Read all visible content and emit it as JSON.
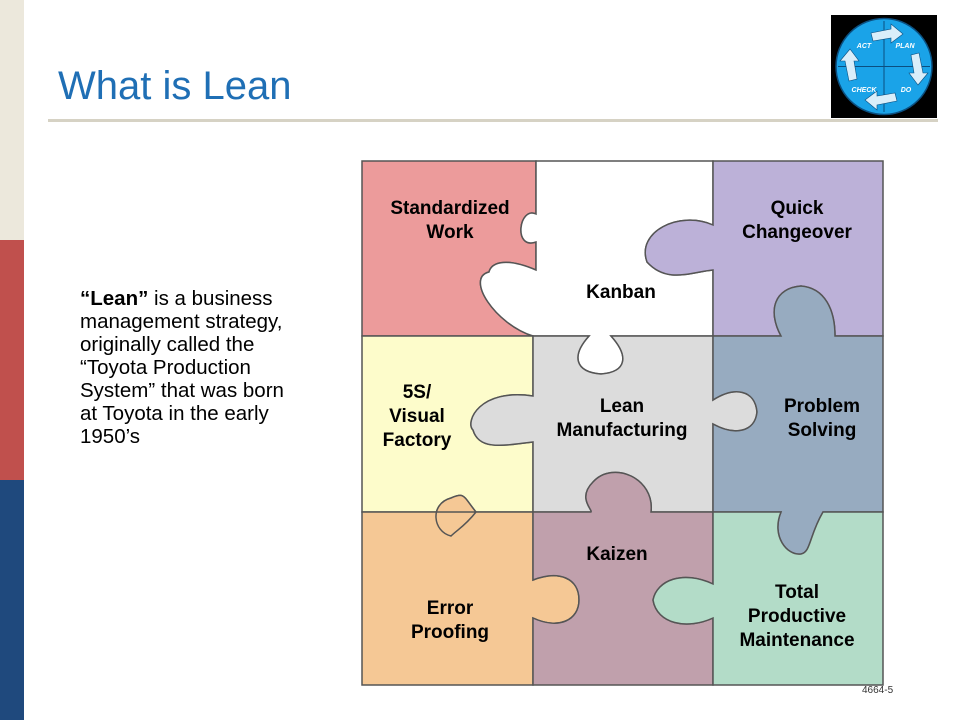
{
  "slide": {
    "title": "What is Lean",
    "footer_code": "4664-5"
  },
  "logo": {
    "act": "ACT",
    "plan": "PLAN",
    "check": "CHECK",
    "do": "DO",
    "circle_color": "#1aa3e8",
    "arrow_color": "#d9eefa"
  },
  "body": {
    "lead_term": "“Lean”",
    "line_1_rest": " is a business",
    "line_2": "management strategy,",
    "line_3": "originally called the",
    "line_4": "“Toyota Production",
    "line_5": "System” that was born",
    "line_6": "at Toyota in the early",
    "line_7": "1950’s"
  },
  "puzzle": {
    "standardized_work": {
      "line1": "Standardized",
      "line2": "Work",
      "color": "#ec9b9b"
    },
    "kanban": {
      "line1": "Kanban",
      "color": "#ffffff"
    },
    "quick_changeover": {
      "line1": "Quick",
      "line2": "Changeover",
      "color": "#bcb1d8"
    },
    "five_s": {
      "line1": "5S/",
      "line2": "Visual",
      "line3": "Factory",
      "color": "#fdfccb"
    },
    "lean_manufacturing": {
      "line1": "Lean",
      "line2": "Manufacturing",
      "color": "#dcdcdc"
    },
    "problem_solving": {
      "line1": "Problem",
      "line2": "Solving",
      "color": "#97abc0"
    },
    "error_proofing": {
      "line1": "Error",
      "line2": "Proofing",
      "color": "#f5c895"
    },
    "kaizen": {
      "line1": "Kaizen",
      "color": "#c0a0ac"
    },
    "tpm": {
      "line1": "Total",
      "line2": "Productive",
      "line3": "Maintenance",
      "color": "#b3dcc8"
    }
  }
}
